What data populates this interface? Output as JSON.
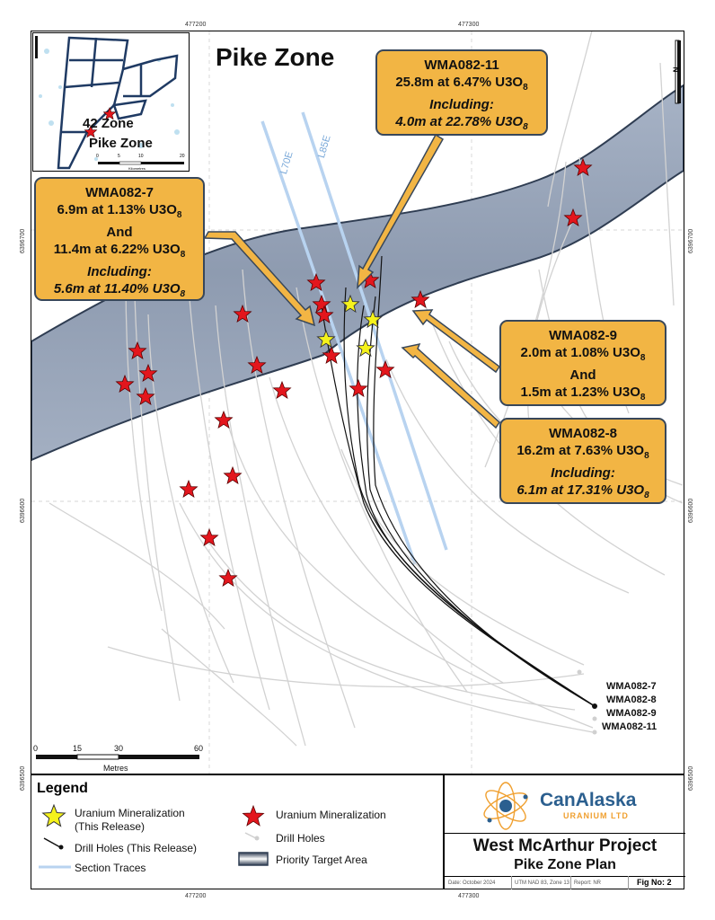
{
  "map": {
    "zone_title": "Pike Zone",
    "coords": {
      "top_x1": "477200",
      "top_x2": "477300",
      "bottom_x1": "477200",
      "bottom_x2": "477300",
      "left_y1": "6396700",
      "left_y2": "6396600",
      "left_y3": "6396500",
      "right_y1": "6396700",
      "right_y2": "6396600",
      "right_y3": "6396500"
    },
    "section_labels": [
      "L70E",
      "L85E"
    ],
    "drill_hole_labels": [
      "WMA082-7",
      "WMA082-8",
      "WMA082-9",
      "WMA082-11"
    ],
    "scale": {
      "ticks": [
        "0",
        "15",
        "30",
        "60"
      ],
      "unit": "Metres"
    },
    "north": "N"
  },
  "callouts": {
    "c11": {
      "hole": "WMA082-11",
      "l1": "25.8m at 6.47% U",
      "l2": "Including:",
      "l3": "4.0m at 22.78% U"
    },
    "c7": {
      "hole": "WMA082-7",
      "l1": "6.9m at 1.13% U",
      "l2": "And",
      "l3": "11.4m at 6.22% U",
      "l4": "Including:",
      "l5": "5.6m at 11.40% U"
    },
    "c9": {
      "hole": "WMA082-9",
      "l1": "2.0m at 1.08% U",
      "l2": "And",
      "l3": "1.5m at 1.23% U"
    },
    "c8": {
      "hole": "WMA082-8",
      "l1": "16.2m at 7.63% U",
      "l2": "Including:",
      "l3": "6.1m at 17.31% U"
    }
  },
  "inset": {
    "labels": [
      "42 Zone",
      "Pike Zone"
    ],
    "scale_ticks": [
      "0",
      "5",
      "10",
      "20"
    ],
    "scale_unit": "Kilometres"
  },
  "legend": {
    "title": "Legend",
    "uranium_release": "Uranium Mineralization",
    "uranium_release_sub": "(This Release)",
    "drill_holes_release": "Drill Holes (This Release)",
    "section_traces": "Section Traces",
    "uranium_mineralization": "Uranium Mineralization",
    "drill_holes": "Drill Holes",
    "priority_target": "Priority Target Area"
  },
  "title_block": {
    "company": "CanAlaska",
    "company_sub": "URANIUM LTD",
    "project": "West McArthur Project",
    "plan": "Pike Zone Plan",
    "date": "Date: October 2024",
    "projection": "UTM NAD 83, Zone 13",
    "report": "Report: NR",
    "fig": "Fig No: 2"
  },
  "colors": {
    "target_band": "#8e9bb0",
    "callout_fill": "#f2b544",
    "callout_border": "#38475a",
    "star_red": "#e3161d",
    "star_yellow": "#f5f21b",
    "section_trace": "#b8d3f0",
    "drill_grey": "#d0d0d0",
    "brand_blue": "#2b5f8f",
    "brand_orange": "#f0a030"
  }
}
